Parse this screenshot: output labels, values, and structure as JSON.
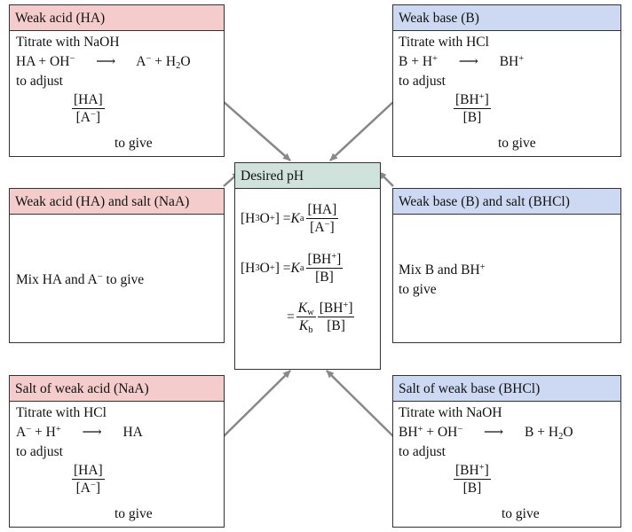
{
  "center": {
    "title": "Desired pH",
    "eq1": {
      "lhs": "[H",
      "lhs_sub": "3",
      "lhs_end": "O",
      "lhs_sup": "+",
      "lhs_close": "] = ",
      "k": "K",
      "k_sub": "a",
      "num": "[HA]",
      "den": "[A",
      "den_sup": "−",
      "den_close": "]"
    },
    "eq2": {
      "lhs": "[H",
      "lhs_sub": "3",
      "lhs_end": "O",
      "lhs_sup": "+",
      "lhs_close": "] = ",
      "k": "K",
      "k_sub": "a",
      "num": "[BH",
      "num_sup": "+",
      "num_close": "]",
      "den": "[B]"
    },
    "eq3": {
      "eq": "= ",
      "kw": "K",
      "kw_sub": "w",
      "kb": "K",
      "kb_sub": "b",
      "num": "[BH",
      "num_sup": "+",
      "num_close": "]",
      "den": "[B]"
    }
  },
  "weak_acid": {
    "title": "Weak acid (HA)",
    "line1": "Titrate with NaOH",
    "rxn_left": "HA + OH",
    "rxn_left_sup": "−",
    "arrow": "⟶",
    "rxn_right": "A",
    "rxn_right_sup": "−",
    "rxn_right2": " + H",
    "rxn_right_sub": "2",
    "rxn_right3": "O",
    "line3": "to adjust",
    "num": "[HA]",
    "den": "[A",
    "den_sup": "−",
    "den_close": "]",
    "give": "to give"
  },
  "weak_base": {
    "title": "Weak base (B)",
    "line1": "Titrate with HCl",
    "rxn_left": "B + H",
    "rxn_left_sup": "+",
    "arrow": "⟶",
    "rxn_right": "BH",
    "rxn_right_sup": "+",
    "line3": "to adjust",
    "num": "[BH",
    "num_sup": "+",
    "num_close": "]",
    "den": "[B]",
    "give": "to give"
  },
  "acid_salt": {
    "title": "Weak acid (HA) and salt (NaA)",
    "text": "Mix HA and A",
    "text_sup": "−",
    "text_end": " to give"
  },
  "base_salt": {
    "title": "Weak base (B) and salt (BHCl)",
    "text": "Mix B and BH",
    "text_sup": "+",
    "line2": "to give"
  },
  "salt_acid": {
    "title": "Salt of weak acid (NaA)",
    "line1": "Titrate with HCl",
    "rxn_left": "A",
    "rxn_left_sup": "−",
    "rxn_left2": " + H",
    "rxn_left2_sup": "+",
    "arrow": "⟶",
    "rxn_right": "HA",
    "line3": "to adjust",
    "num": "[HA]",
    "den": "[A",
    "den_sup": "−",
    "den_close": "]",
    "give": "to give"
  },
  "salt_base": {
    "title": "Salt of weak base (BHCl)",
    "line1": "Titrate with NaOH",
    "rxn_left": "BH",
    "rxn_left_sup": "+",
    "rxn_left2": " + OH",
    "rxn_left2_sup": "−",
    "arrow": "⟶",
    "rxn_right": "B + H",
    "rxn_right_sub": "2",
    "rxn_right2": "O",
    "line3": "to adjust",
    "num": "[BH",
    "num_sup": "+",
    "num_close": "]",
    "den": "[B]",
    "give": "to give"
  },
  "colors": {
    "acid": "#f4cccc",
    "base": "#cdd9f2",
    "center": "#cfe2dc",
    "arrow": "#888888"
  }
}
